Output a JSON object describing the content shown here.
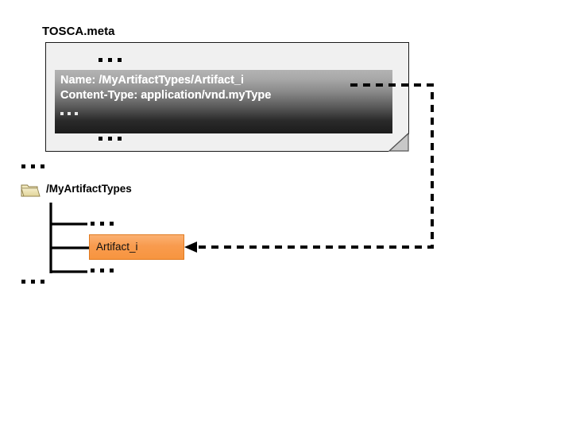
{
  "diagram": {
    "title": "TOSCA.meta",
    "ellipsis": "...",
    "document": {
      "name": "TOSCA.meta",
      "top_ellipsis": "...",
      "bottom_ellipsis": "...",
      "entry": {
        "line1": "Name: /MyArtifactTypes/Artifact_i",
        "line2": "Content-Type: application/vnd.myType",
        "line3_ellipsis": "..."
      }
    },
    "tree": {
      "left_ellipsis_top": "...",
      "left_ellipsis_bottom": "...",
      "folder": {
        "icon": "folder-icon",
        "label": "/MyArtifactTypes"
      },
      "children": [
        {
          "type": "ellipsis",
          "label": "..."
        },
        {
          "type": "node",
          "label": "Artifact_i"
        },
        {
          "type": "ellipsis",
          "label": "..."
        }
      ]
    },
    "connector": {
      "style": "dashed",
      "arrow": "arrow-left",
      "from": "tosca-meta-entry",
      "to": "artifact-node"
    },
    "colors": {
      "node_fill": "#f89b4e",
      "document_bg": "#f0f0f0",
      "entry_gradient_top": "#b3b3b3",
      "entry_gradient_bottom": "#1c1c1c",
      "line": "#000000",
      "folder": "#f0e6b8"
    }
  }
}
